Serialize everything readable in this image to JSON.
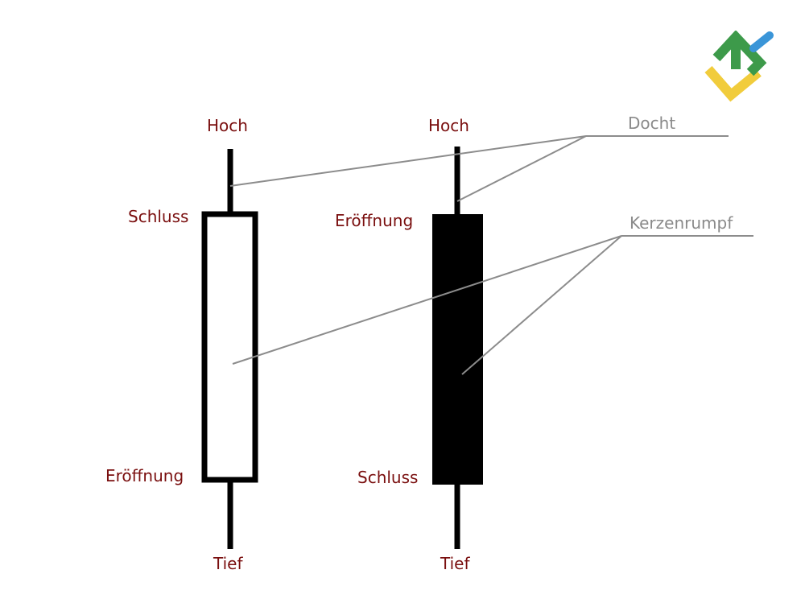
{
  "colors": {
    "label_red": "#7a0f0f",
    "label_gray": "#8a8a8a",
    "leader_line": "#8c8c8c",
    "candle_stroke": "#000000",
    "bearish_fill": "#000000",
    "bullish_fill": "#ffffff",
    "logo_green": "#3d9a4a",
    "logo_blue": "#3a95d8",
    "logo_yellow": "#f1cc3c"
  },
  "candles": {
    "bullish": {
      "high": "Hoch",
      "top": "Schluss",
      "bottom": "Eröffnung",
      "low": "Tief"
    },
    "bearish": {
      "high": "Hoch",
      "top": "Eröffnung",
      "bottom": "Schluss",
      "low": "Tief"
    }
  },
  "callouts": {
    "wick": "Docht",
    "body": "Kerzenrumpf"
  },
  "logo": {
    "icon": "brand-logo-icon"
  }
}
